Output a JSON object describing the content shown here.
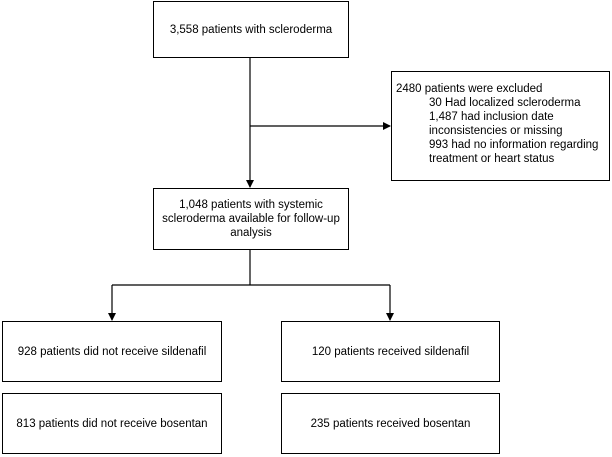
{
  "flowchart": {
    "start": "3,558 patients with scleroderma",
    "excluded": {
      "heading": "2480 patients were excluded",
      "reasons": [
        "30 Had localized scleroderma",
        "1,487 had inclusion date",
        "inconsistencies or missing",
        "993 had no information regarding",
        "treatment or heart status"
      ]
    },
    "followup_lines": [
      "1,048 patients with systemic",
      "scleroderma available for follow-up",
      "analysis"
    ],
    "no_sildenafil": "928 patients did not receive sildenafil",
    "sildenafil": "120 patients received sildenafil",
    "no_bosentan": "813 patients did not receive bosentan",
    "bosentan": "235 patients received bosentan"
  }
}
